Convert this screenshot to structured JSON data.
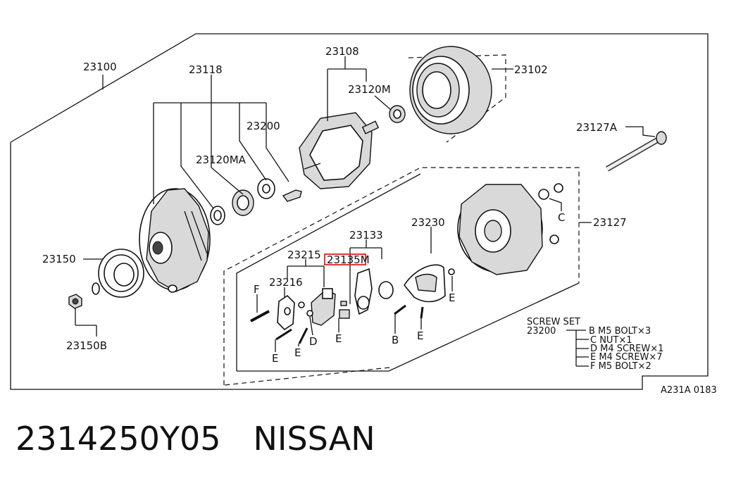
{
  "labels": {
    "assembly": "23100",
    "front_cover": "23118",
    "rotor": "23108",
    "rotor_bearing": "23120M",
    "stator": "23102",
    "front_bearing": "23120MA",
    "screw_set_ref_top": "23200",
    "through_bolt": "23127A",
    "rear_cover": "23127",
    "pulley": "23150",
    "pulley_nut": "23150B",
    "regulator": "23215",
    "brush_holder": "23216",
    "terminal": "23133",
    "highlighted_part": "23135M",
    "diode_plate": "23230",
    "mark_f": "F",
    "mark_c": "C",
    "mark_d": "D",
    "mark_b": "B",
    "mark_e1": "E",
    "mark_e2": "E",
    "mark_e3": "E",
    "mark_e4": "E",
    "mark_e5": "E"
  },
  "screw_set": {
    "title": "SCREW SET",
    "ref": "23200",
    "items": [
      "B M5 BOLT×3",
      "C NUT×1",
      "D M4 SCREW×1",
      "E M4 SCREW×7",
      "F M5 BOLT×2"
    ]
  },
  "diagram_code": "A231A 0183",
  "footer": {
    "part_number": "2314250Y05",
    "brand": "NISSAN"
  },
  "colors": {
    "highlight": "#e02020",
    "ink": "#111111"
  }
}
